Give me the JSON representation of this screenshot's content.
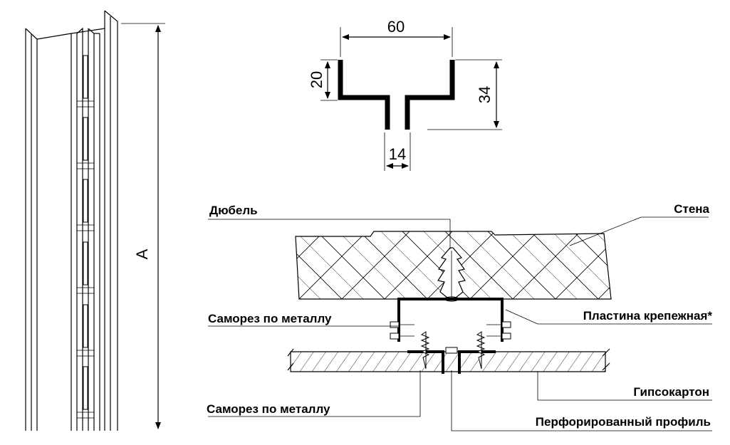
{
  "section": {
    "width": "60",
    "flange_height": "20",
    "total_height": "34",
    "slot_width": "14"
  },
  "elevation": {
    "length_label": "A"
  },
  "callouts": {
    "dowel": "Дюбель",
    "wall": "Стена",
    "screw_top": "Саморез по металлу",
    "plate": "Пластина крепежная*",
    "drywall": "Гипсокартон",
    "screw_bottom": "Саморез по металлу",
    "profile": "Перфорированный профиль"
  }
}
